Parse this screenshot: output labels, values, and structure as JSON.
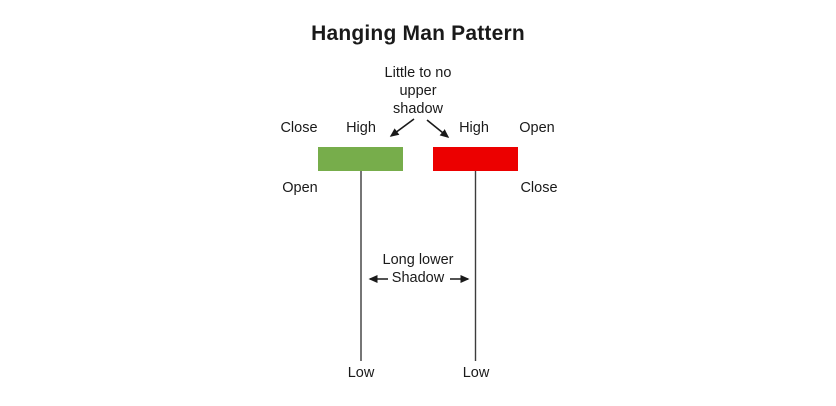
{
  "title": "Hanging Man Pattern",
  "upper_annotation": {
    "line1": "Little to no",
    "line2": "upper",
    "line3": "shadow"
  },
  "lower_annotation": {
    "line1": "Long lower",
    "line2": "Shadow"
  },
  "green_candle": {
    "close_label": "Close",
    "high_label": "High",
    "open_label": "Open",
    "low_label": "Low",
    "color": "#77ad4b"
  },
  "red_candle": {
    "high_label": "High",
    "open_label": "Open",
    "close_label": "Close",
    "low_label": "Low",
    "color": "#ec0000"
  },
  "colors": {
    "background": "#ffffff",
    "text": "#1a1a1a",
    "wick": "#3c3c3c",
    "arrow": "#1a1a1a"
  }
}
